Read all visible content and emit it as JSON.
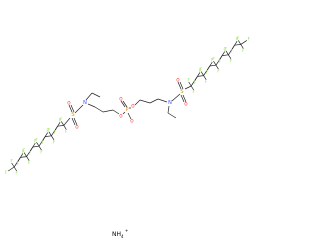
{
  "molecule": {
    "labels": {
      "fluorine": "F",
      "nitrogen": "N",
      "sulfur": "S",
      "oxygen": "O",
      "phosphorus": "P",
      "ammonium": "NH",
      "ammonium_subscript": "4",
      "ammonium_charge": "+"
    },
    "colors": {
      "fluorine": "#90e050",
      "nitrogen": "#3050f8",
      "oxygen": "#ff0d0d",
      "sulfur": "#b8a000",
      "phosphorus": "#ff8000",
      "bond": "#222222"
    }
  }
}
